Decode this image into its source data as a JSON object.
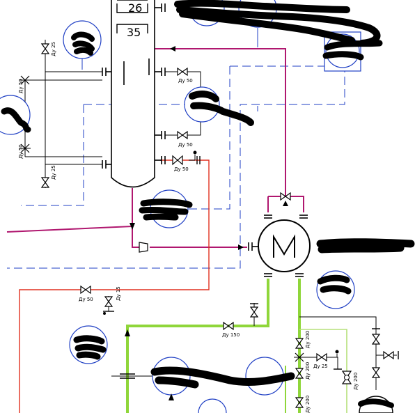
{
  "tags": {
    "top": "26",
    "upper": "35"
  },
  "valve_labels": {
    "left_top": "Ду 25",
    "left_mid_upper": "Ду 50",
    "left_mid_lower": "Ду 50",
    "left_bottom": "Ду 25",
    "column_side_upper": "Ду 50",
    "column_side_mid": "Ду 50",
    "column_side_lower": "Ду 50",
    "red_line": "Ду 50",
    "drain_small": "Ду 15",
    "green_header": "Ду 150",
    "right_col_1": "Ду 200",
    "right_col_2": "Ду 200",
    "right_col_3": "Ду 200",
    "branch_small": "Ду 25",
    "branch_right": "Ду 200"
  },
  "colors": {
    "process": "#b0176f",
    "hot": "#e03020",
    "cooling": "#8fd63a",
    "cooling_light": "#b5e07a",
    "instrument": "#1f3fc4",
    "equipment": "#000000",
    "redaction": "#000000"
  },
  "icons": {
    "valve": "gate-valve-icon",
    "check": "check-valve-icon",
    "instrument": "instrument-bubble-icon",
    "exchanger": "heat-exchanger-icon",
    "column": "distillation-column-icon"
  }
}
